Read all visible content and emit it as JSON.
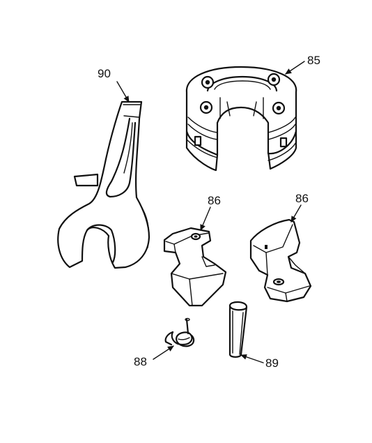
{
  "callouts": {
    "part_90": "90",
    "part_85": "85",
    "part_86_left": "86",
    "part_86_right": "86",
    "part_88": "88",
    "part_89": "89"
  },
  "colors": {
    "ink": "#111111",
    "paper": "#ffffff"
  }
}
